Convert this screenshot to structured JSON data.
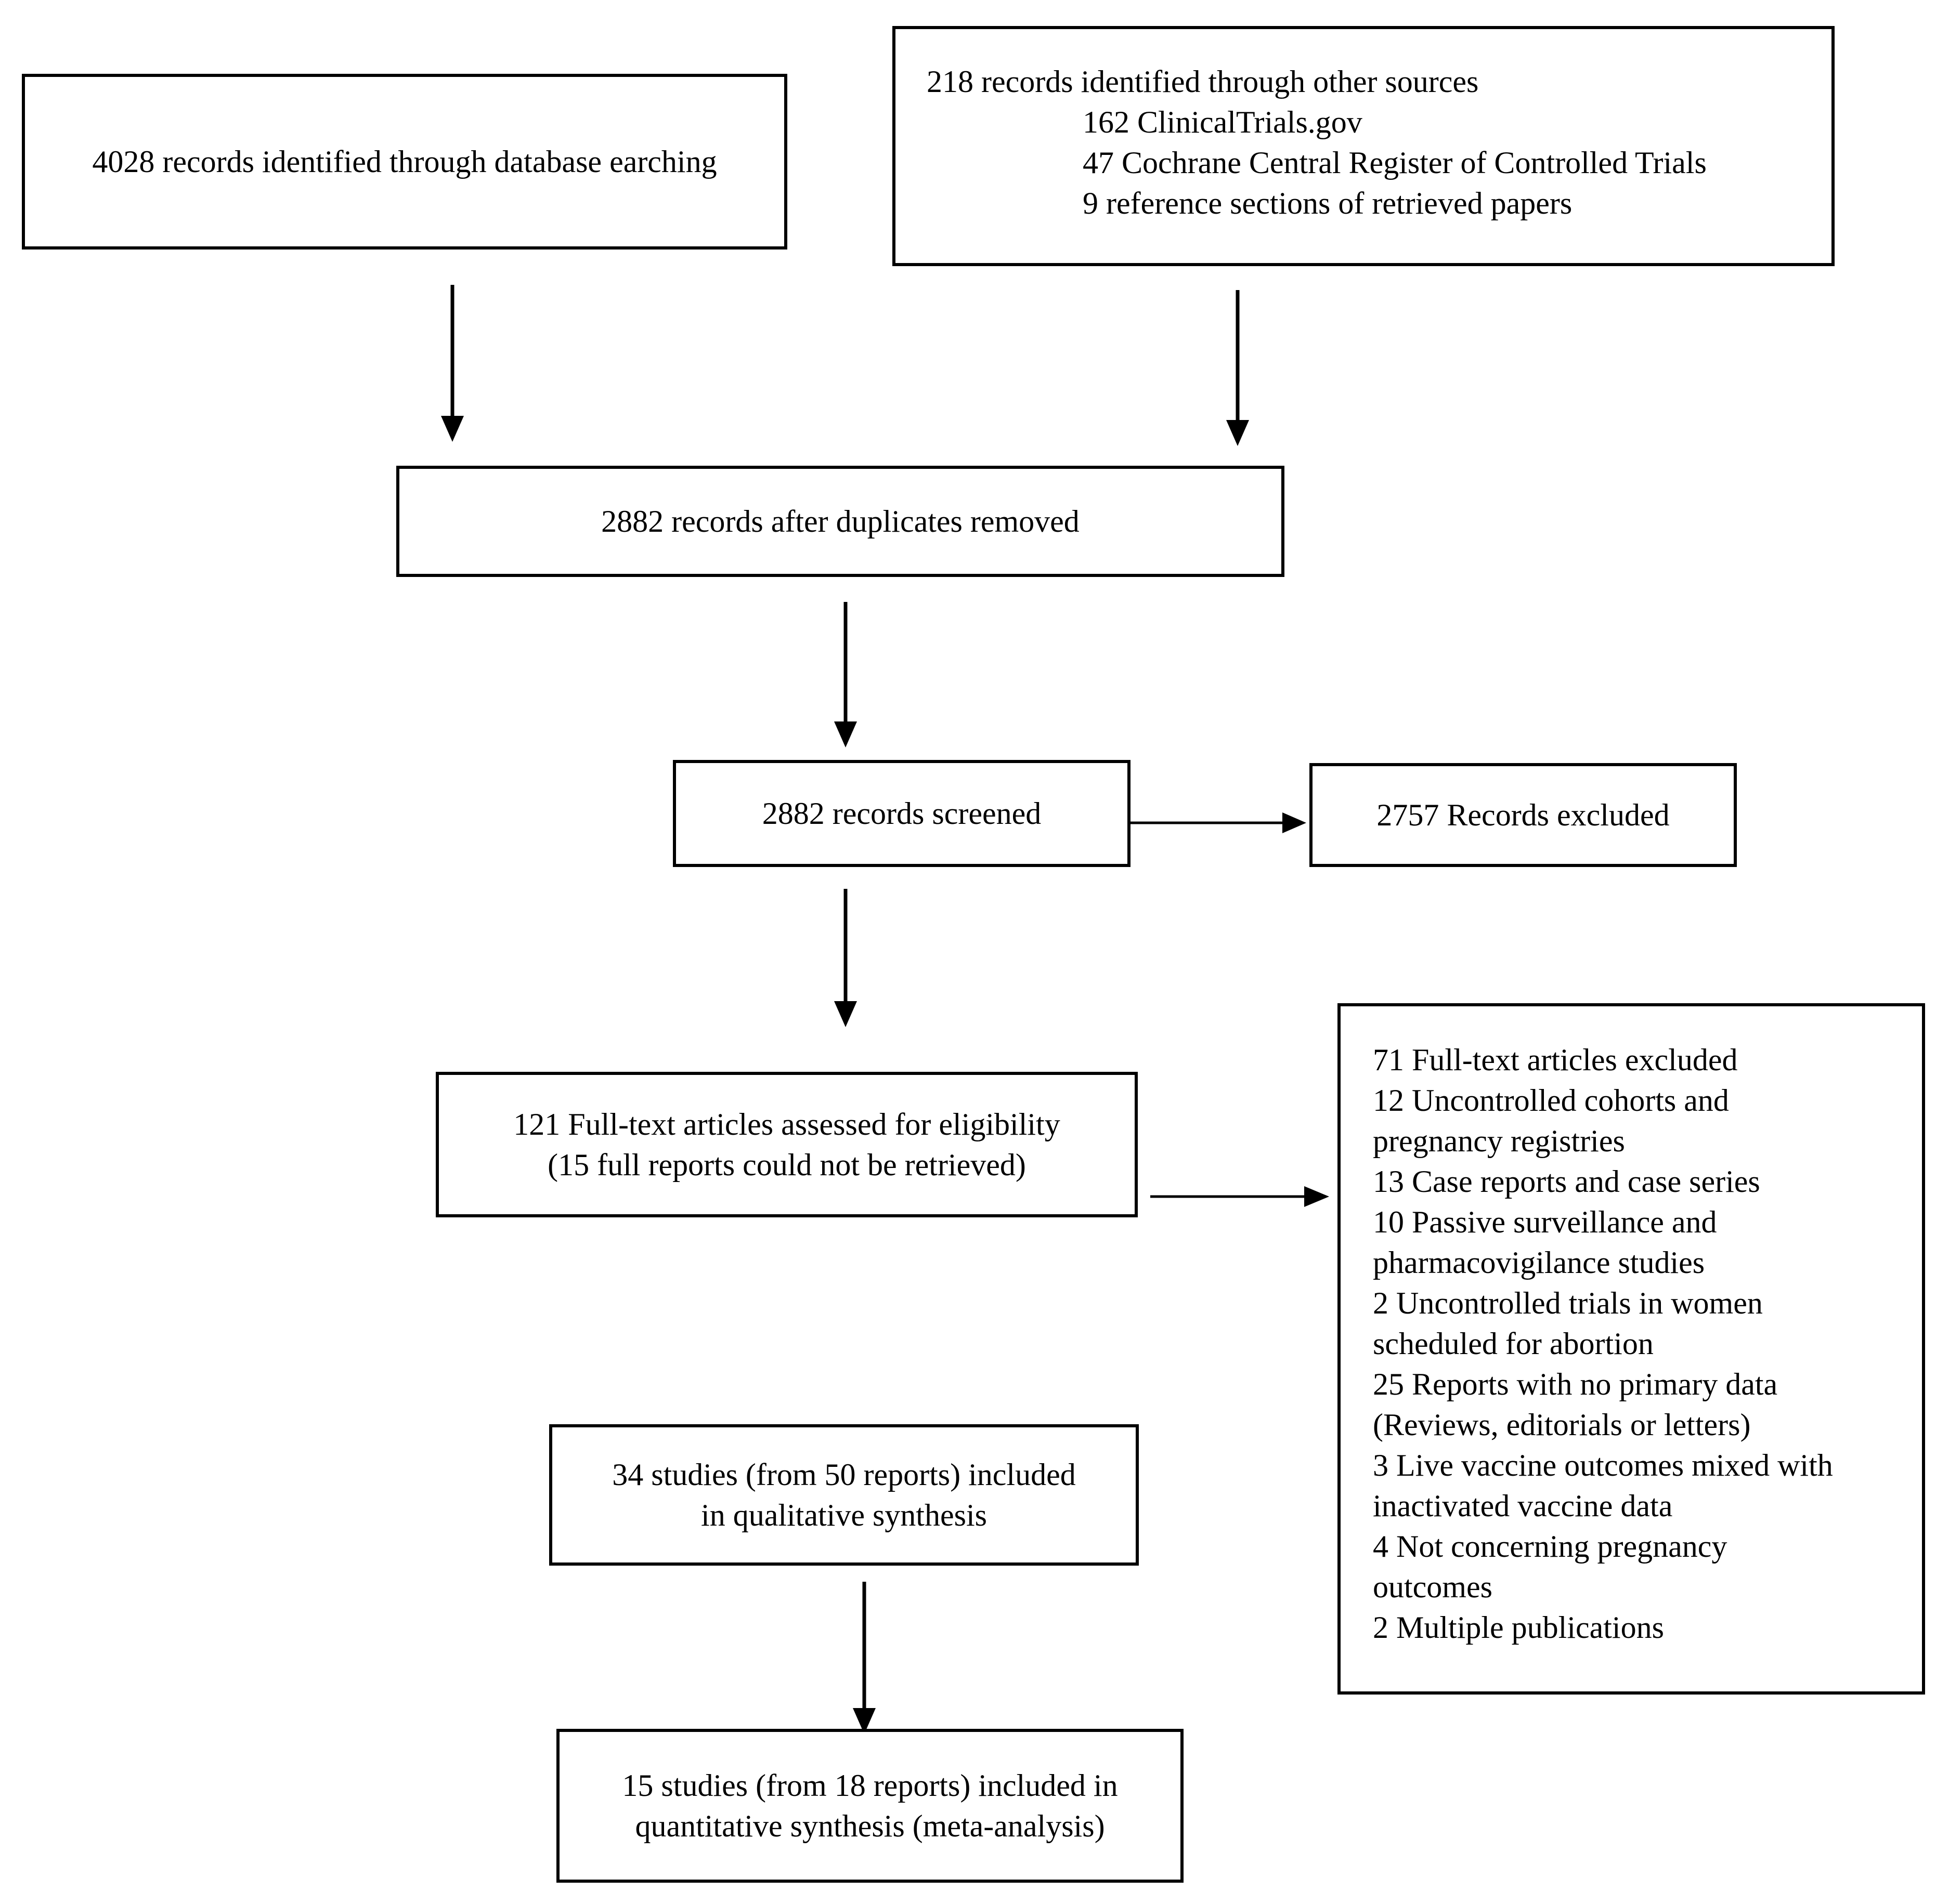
{
  "boxes": {
    "database": {
      "text": "4028 records identified through database earching"
    },
    "other_sources": {
      "title": "218 records identified through other sources",
      "items": [
        "162 ClinicalTrials.gov",
        "47 Cochrane Central Register of Controlled Trials",
        "9 reference sections of retrieved papers"
      ]
    },
    "duplicates_removed": {
      "text": "2882 records after duplicates removed"
    },
    "screened": {
      "text": "2882 records screened"
    },
    "excluded": {
      "text": "2757 Records excluded"
    },
    "full_text": {
      "line1": "121 Full-text articles assessed for eligibility",
      "line2": "(15 full reports could not be retrieved)"
    },
    "full_text_excluded": {
      "lines": [
        "71 Full-text articles excluded",
        "12 Uncontrolled cohorts and",
        "pregnancy registries",
        "13 Case reports and case series",
        "10 Passive surveillance and",
        "pharmacovigilance studies",
        "2 Uncontrolled trials in women",
        "scheduled for abortion",
        "25 Reports with no primary data",
        "(Reviews, editorials or letters)",
        "3 Live vaccine outcomes mixed with",
        "inactivated vaccine data",
        "4 Not concerning pregnancy",
        "outcomes",
        "2 Multiple publications"
      ]
    },
    "qualitative": {
      "line1": "34 studies (from 50 reports) included",
      "line2": "in qualitative synthesis"
    },
    "quantitative": {
      "line1": "15 studies (from 18 reports) included in",
      "line2": "quantitative synthesis (meta-analysis)"
    }
  }
}
